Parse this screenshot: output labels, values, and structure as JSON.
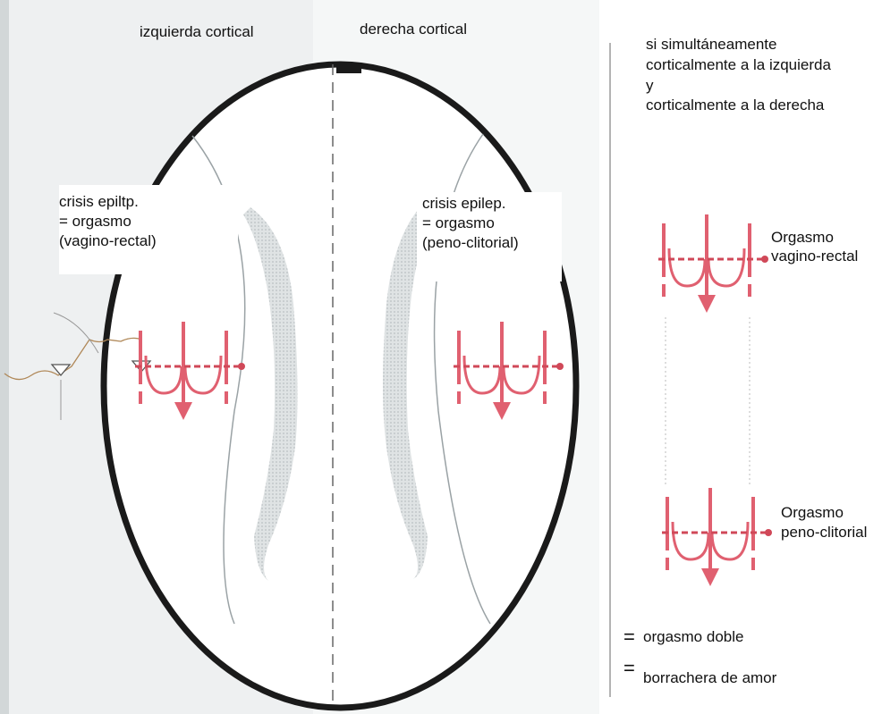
{
  "labels": {
    "left_top": "izquierda cortical",
    "right_top": "derecha cortical",
    "left_box": [
      "crisis epiltp.",
      "= orgasmo",
      "(vagino-rectal)"
    ],
    "right_box": [
      "crisis epilep.",
      "= orgasmo",
      "(peno-clitorial)"
    ],
    "simultaneous": [
      "si simultáneamente",
      "corticalmente a la izquierda",
      "y",
      "corticalmente a la derecha"
    ],
    "orgasm_top": [
      "Orgasmo",
      "vagino-rectal"
    ],
    "orgasm_bottom": [
      "Orgasmo",
      "peno-clitorial"
    ],
    "equals_symbol": "=",
    "result_1": "orgasmo doble",
    "result_2": "borrachera de amor"
  },
  "colors": {
    "symbol_red": "#e06070",
    "outline": "#1a1a1a",
    "ventricle_gray": "#cfd4d6",
    "page_shade": "#e4e8ea"
  },
  "icons": {
    "orgasm_symbol": "red-wave-arrow-icon",
    "electrode": "electrode-triangle-icon"
  }
}
